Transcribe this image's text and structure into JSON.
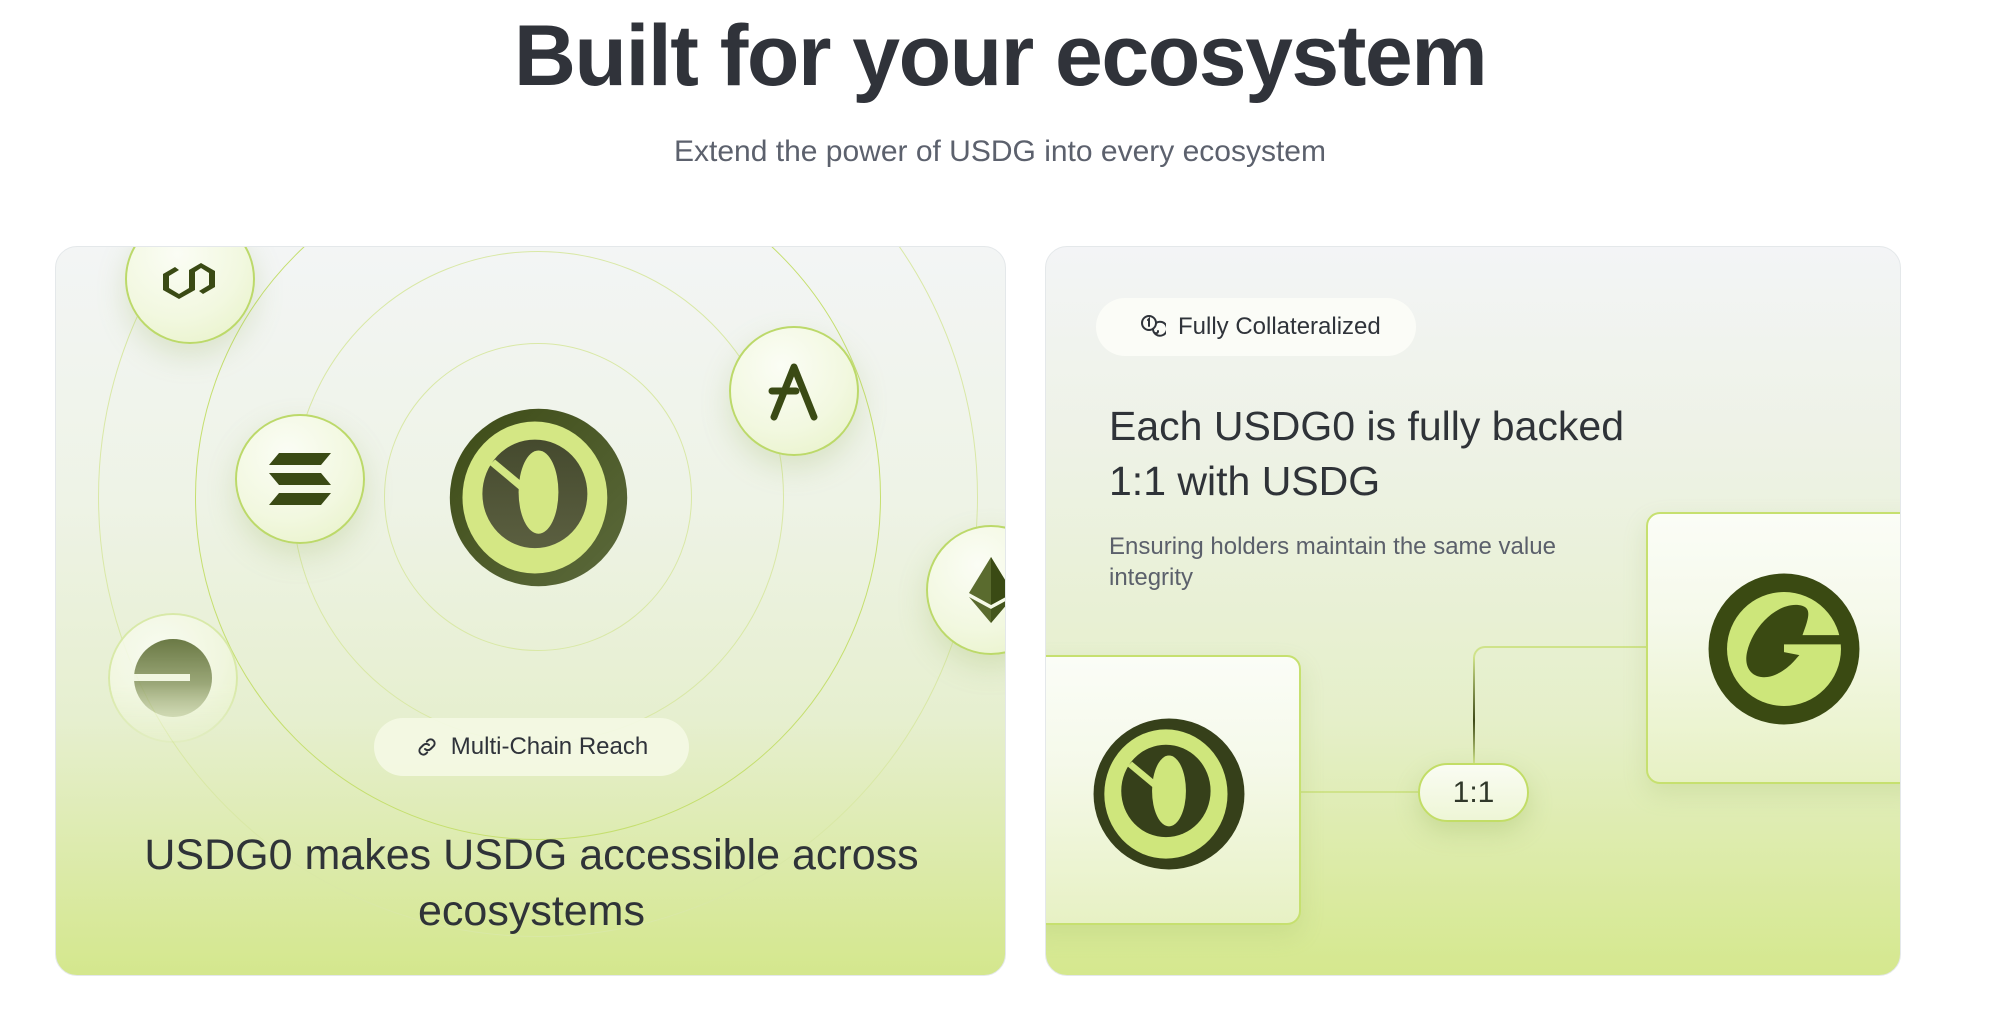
{
  "header": {
    "title": "Built for your ecosystem",
    "subtitle": "Extend the power of USDG into every ecosystem"
  },
  "cards": [
    {
      "badge": {
        "icon": "link-icon",
        "label": "Multi-Chain Reach"
      },
      "heading": "USDG0 makes USDG accessible across ecosystems",
      "center_token": "usdg0-logo",
      "orbit_tokens": [
        "polygon-icon",
        "solana-icon",
        "aave-icon",
        "ethereum-icon",
        "ethena-icon"
      ]
    },
    {
      "badge": {
        "icon": "coins-icon",
        "label": "Fully Collateralized"
      },
      "heading": "Each USDG0 is fully backed 1:1 with USDG",
      "description": "Ensuring holders maintain the same value integrity",
      "ratio_label": "1:1",
      "left_token": "usdg0-logo",
      "right_token": "usdg-logo"
    }
  ],
  "colors": {
    "brand_dark": "#3a4a14",
    "brand_lime": "#cfe67c",
    "text_primary": "#30333a",
    "text_secondary": "#5c616d"
  }
}
